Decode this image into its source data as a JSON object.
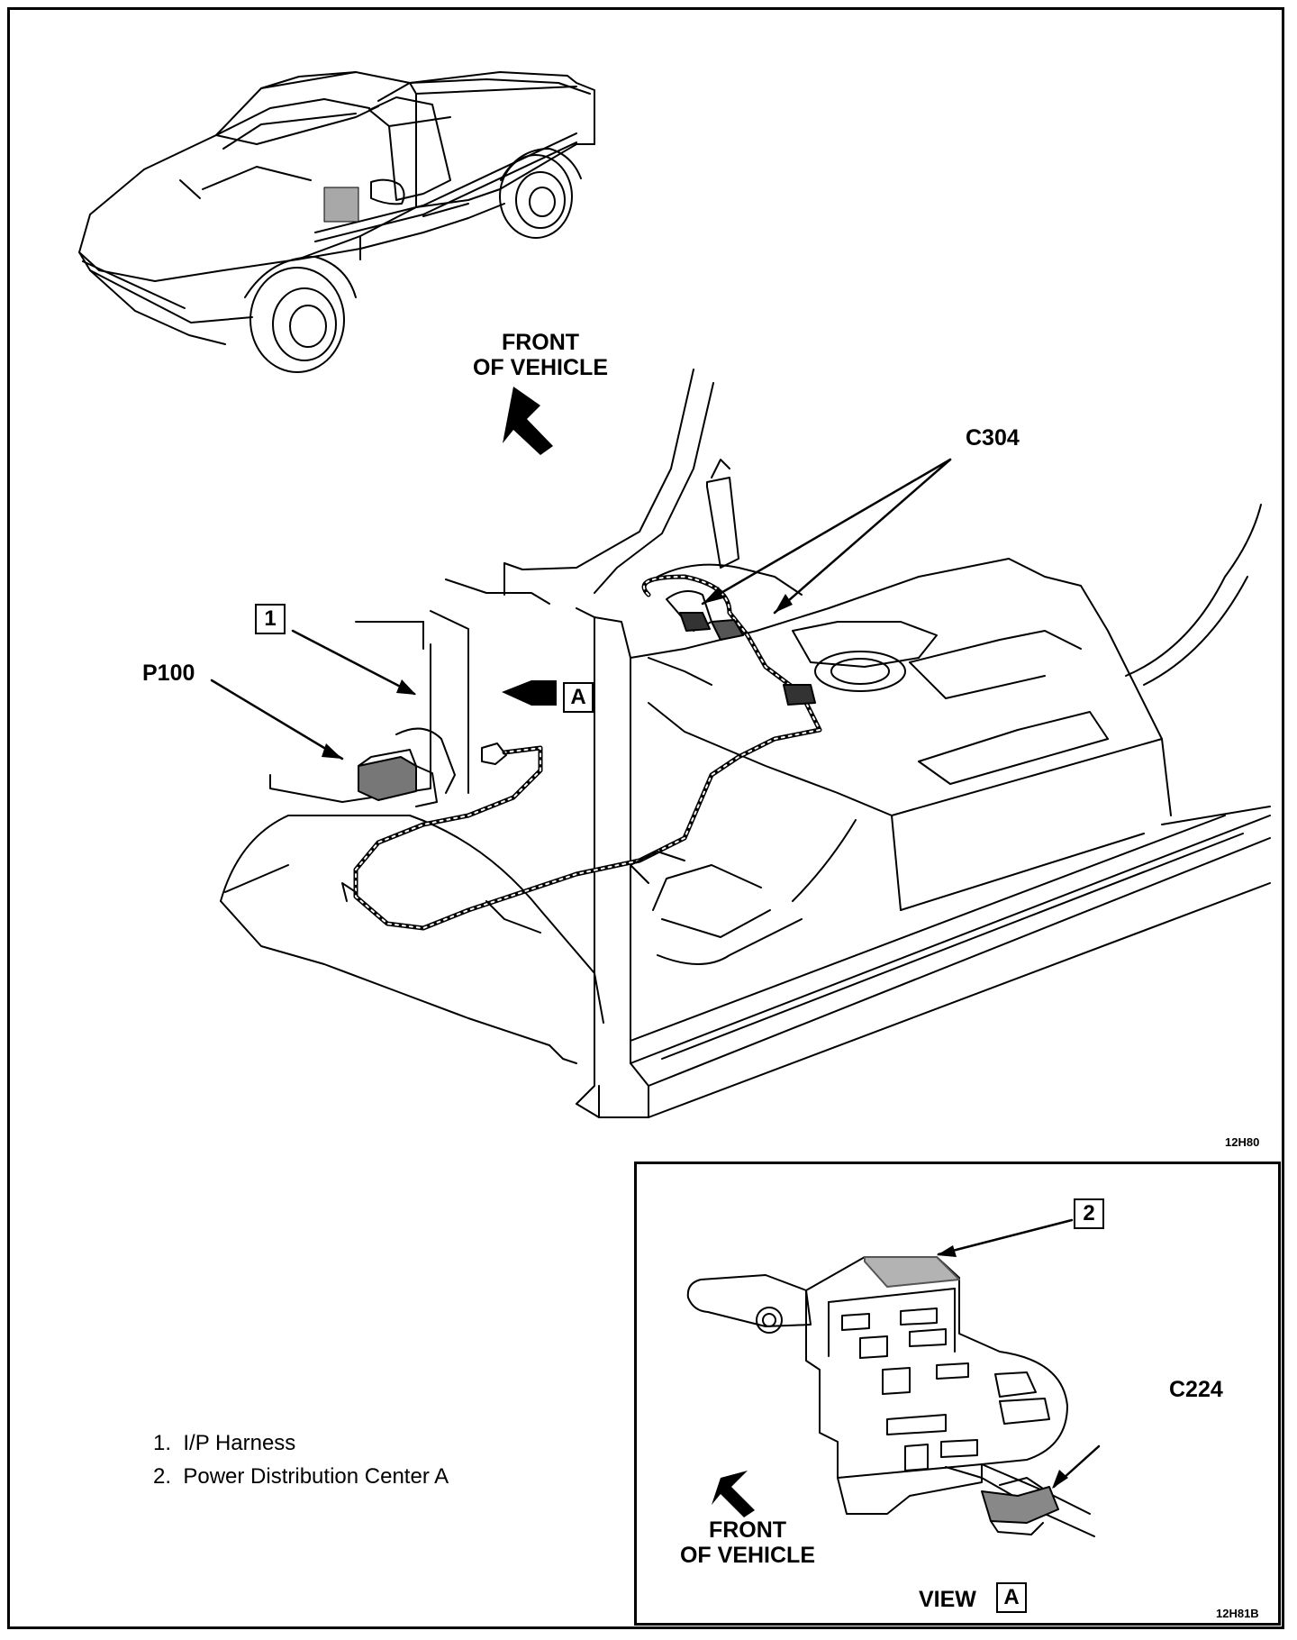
{
  "labels": {
    "front_of_vehicle_main": [
      "FRONT",
      "OF VEHICLE"
    ],
    "c304": "C304",
    "p100": "P100",
    "callout_1": "1",
    "callout_a": "A",
    "drawing_code_main": "12H80",
    "callout_2": "2",
    "c224": "C224",
    "front_of_vehicle_inset": [
      "FRONT",
      "OF VEHICLE"
    ],
    "view_label": "VIEW",
    "view_callout": "A",
    "drawing_code_inset": "12H81B"
  },
  "legend": [
    {
      "num": "1.",
      "text": "I/P Harness"
    },
    {
      "num": "2.",
      "text": "Power Distribution Center A"
    }
  ]
}
